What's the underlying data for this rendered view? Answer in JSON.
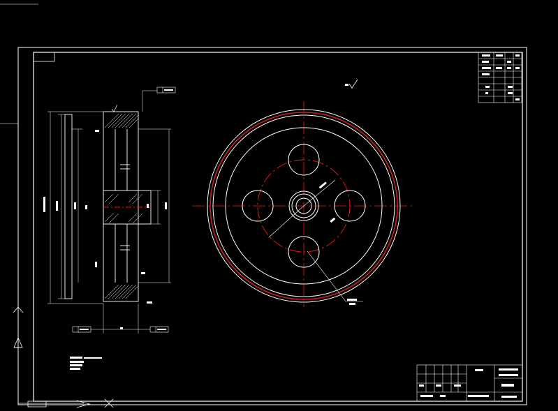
{
  "colors": {
    "background": "#000000",
    "lines": "#ffffff",
    "centerlines": "#ff1a1a",
    "accent_red": "#c81e1e"
  },
  "views": {
    "front": {
      "name": "gear-front-view",
      "holes": 4
    },
    "section": {
      "name": "gear-section-view"
    }
  },
  "icons": [
    "ucs-icon",
    "arrow-icon"
  ]
}
